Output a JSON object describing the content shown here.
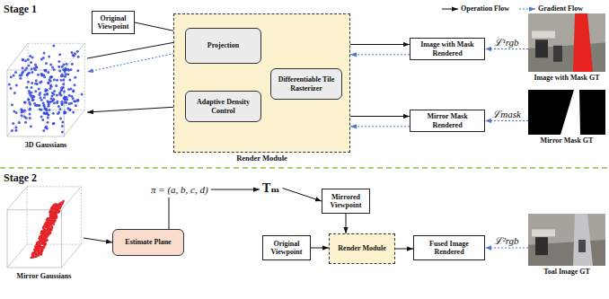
{
  "diagram": {
    "nodes": [
      {
        "text": [
          "Original Viewpoint"
        ]
      },
      {
        "text": [
          "3D Gaussians"
        ]
      },
      {
        "text": [
          "Render Module"
        ]
      },
      {
        "text": [
          "Projection"
        ],
        "in": 2
      },
      {
        "text": [
          "Adaptive Density Control"
        ],
        "in": 2
      },
      {
        "text": [
          "Differentiable Tile Rasterizer"
        ],
        "in": 2
      },
      {
        "text": [
          "Image with Mask Rendered"
        ]
      },
      {
        "text": [
          "Mirror Mask Rendered"
        ]
      },
      {
        "text": [
          "Image with Mask GT"
        ]
      },
      {
        "text": [
          "Mirror Mask GT"
        ]
      },
      {
        "text": [
          "Mirror Gaussians"
        ]
      },
      {
        "text": [
          "Estimate Plane"
        ]
      },
      {
        "text": [
          "Mirrored Viewpoint"
        ]
      },
      {
        "text": [
          "Original Viewpoint"
        ]
      },
      {
        "text": [
          "Render Module"
        ]
      },
      {
        "text": [
          "Fused Image Rendered"
        ]
      },
      {
        "text": [
          "Toal Image GT"
        ]
      }
    ],
    "edges": [
      {
        "from": 0,
        "to": 3,
        "arrow": "to"
      },
      {
        "from": 1,
        "to": 3,
        "arrow": "to"
      },
      {
        "from": 3,
        "to": 1,
        "arrow": "to"
      },
      {
        "from": 4,
        "to": 1,
        "arrow": "to"
      },
      {
        "from": 3,
        "to": 5,
        "arrow": "to"
      },
      {
        "from": 5,
        "to": 4,
        "arrow": "to"
      },
      {
        "from": 2,
        "to": 6,
        "arrow": "to"
      },
      {
        "from": 6,
        "to": 2,
        "arrow": "to"
      },
      {
        "from": 2,
        "to": 7,
        "arrow": "to"
      },
      {
        "from": 7,
        "to": 2,
        "arrow": "to"
      },
      {
        "from": 8,
        "to": 6,
        "arrow": "to",
        "label": "ℒ¹rgb"
      },
      {
        "from": 9,
        "to": 7,
        "arrow": "to",
        "label": "ℒmask"
      },
      {
        "from": 10,
        "to": 11,
        "arrow": "to"
      },
      {
        "from": 12,
        "to": 14,
        "arrow": "to"
      },
      {
        "from": 13,
        "to": 14,
        "arrow": "to"
      },
      {
        "from": 14,
        "to": 15,
        "arrow": "to"
      },
      {
        "from": 16,
        "to": 15,
        "arrow": "to",
        "label": "ℒ²rgb"
      }
    ],
    "labels": [
      "Stage 1",
      "Stage 2",
      "π = (a, b, c, d)",
      "Tₘ"
    ],
    "legend": [
      {
        "text": "Operation Flow"
      },
      {
        "text": "Gradient Flow"
      }
    ]
  }
}
